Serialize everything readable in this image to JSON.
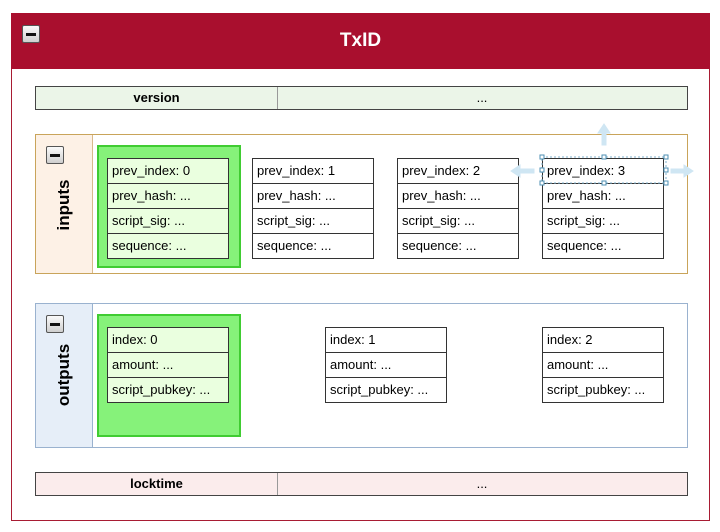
{
  "title": "TxID",
  "version": {
    "label": "version",
    "value": "..."
  },
  "locktime": {
    "label": "locktime",
    "value": "..."
  },
  "inputs": {
    "label": "inputs",
    "items": [
      {
        "prev_index": "prev_index: 0",
        "prev_hash": "prev_hash: ...",
        "script_sig": "script_sig: ...",
        "sequence": "sequence: ..."
      },
      {
        "prev_index": "prev_index: 1",
        "prev_hash": "prev_hash: ...",
        "script_sig": "script_sig: ...",
        "sequence": "sequence: ..."
      },
      {
        "prev_index": "prev_index: 2",
        "prev_hash": "prev_hash: ...",
        "script_sig": "script_sig: ...",
        "sequence": "sequence: ..."
      },
      {
        "prev_index": "prev_index: 3",
        "prev_hash": "prev_hash: ...",
        "script_sig": "script_sig: ...",
        "sequence": "sequence: ..."
      }
    ]
  },
  "outputs": {
    "label": "outputs",
    "items": [
      {
        "index": "index: 0",
        "amount": "amount: ...",
        "script_pubkey": "script_pubkey: ..."
      },
      {
        "index": "index: 1",
        "amount": "amount: ...",
        "script_pubkey": "script_pubkey: ..."
      },
      {
        "index": "index: 2",
        "amount": "amount: ...",
        "script_pubkey": "script_pubkey: ..."
      }
    ]
  },
  "colors": {
    "title_bar": "#a90f2e",
    "inputs_bg": "#fdf1e6",
    "outputs_bg": "#e6eef8",
    "version_bg": "#ebf5e8",
    "locktime_bg": "#fbecec",
    "highlight": "#86f27a"
  }
}
